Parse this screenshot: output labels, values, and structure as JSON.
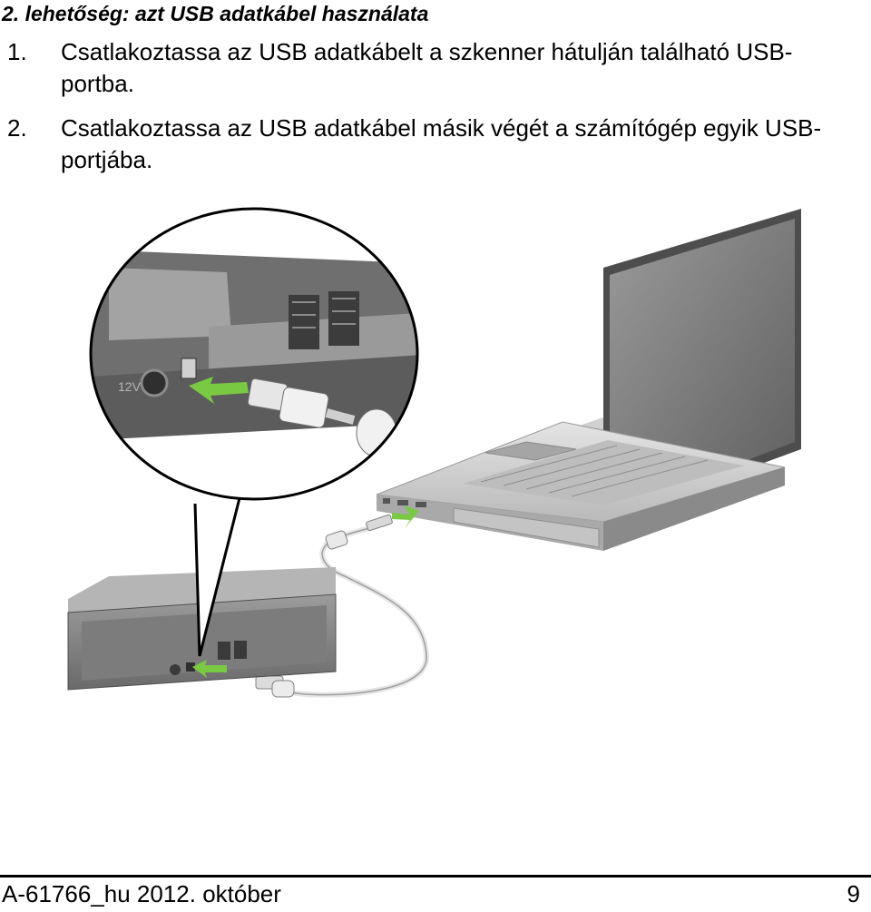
{
  "heading": "2. lehetőség: azt USB adatkábel használata",
  "steps": [
    {
      "num": "1.",
      "text": "Csatlakoztassa az USB adatkábelt a szkenner hátulján található USB-portba."
    },
    {
      "num": "2.",
      "text": "Csatlakoztassa az USB adatkábel másik végét a számítógép egyik USB-portjába."
    }
  ],
  "figure": {
    "inset_port_label": "12V",
    "accent_color": "#7ac943",
    "device_color": "#8c8c8c"
  },
  "footer": {
    "doc_ref": "A-61766_hu  2012. október",
    "page": "9"
  }
}
